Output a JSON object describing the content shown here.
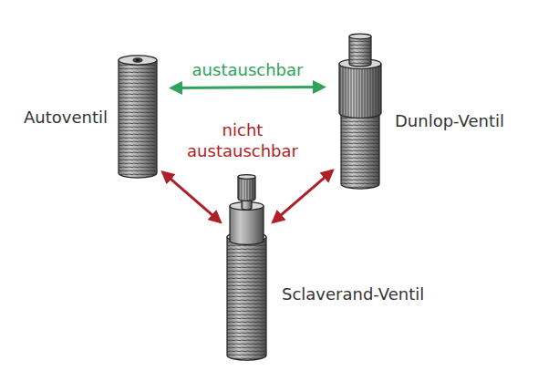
{
  "diagram": {
    "nodes": [
      {
        "text": [
          "Autoventil"
        ]
      },
      {
        "text": [
          "Dunlop-Ventil"
        ]
      },
      {
        "text": [
          "Sclaverand-Ventil"
        ]
      }
    ],
    "edges": [
      {
        "from": 0,
        "to": 1,
        "arrow": "both",
        "label": "austauschbar"
      },
      {
        "from": 0,
        "to": 2,
        "arrow": "both"
      },
      {
        "from": 1,
        "to": 2,
        "arrow": "both"
      }
    ],
    "labels": [
      "nicht austauschbar"
    ]
  }
}
